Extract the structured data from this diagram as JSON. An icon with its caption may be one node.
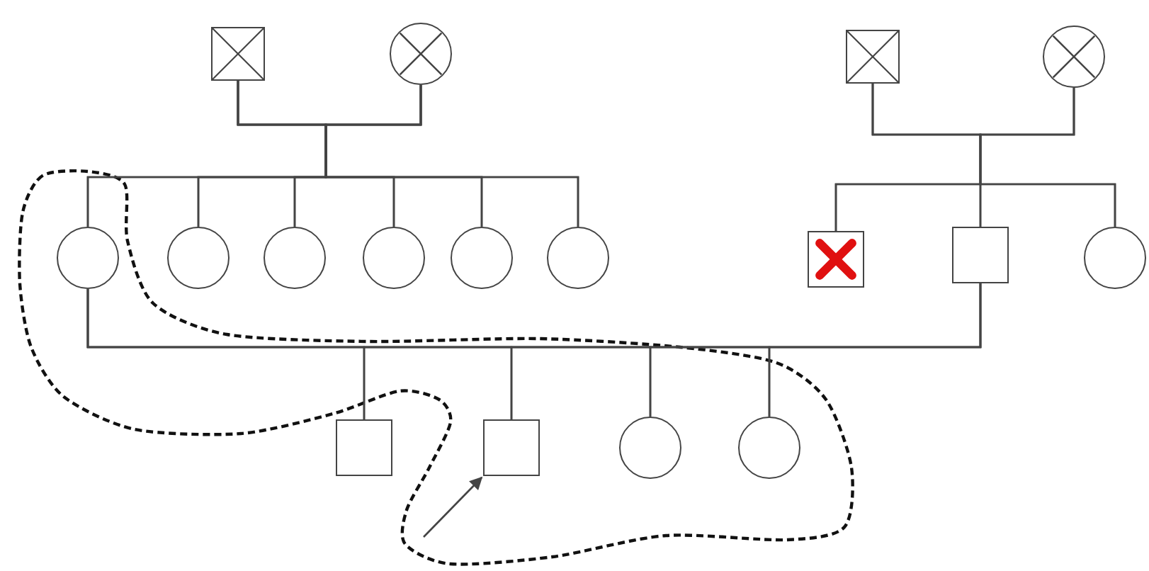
{
  "diagram": {
    "nodes": [
      {
        "text": [],
        "shape": "box"
      },
      {
        "text": [],
        "shape": "circle"
      },
      {
        "text": [],
        "shape": "box"
      },
      {
        "text": [],
        "shape": "circle"
      },
      {
        "text": [],
        "shape": "circle"
      },
      {
        "text": [],
        "shape": "circle"
      },
      {
        "text": [],
        "shape": "circle"
      },
      {
        "text": [],
        "shape": "circle"
      },
      {
        "text": [],
        "shape": "circle"
      },
      {
        "text": [],
        "shape": "circle"
      },
      {
        "text": [],
        "shape": "box"
      },
      {
        "text": [],
        "shape": "box"
      },
      {
        "text": [],
        "shape": "circle"
      },
      {
        "text": [],
        "shape": "box"
      },
      {
        "text": [],
        "shape": "box"
      },
      {
        "text": [],
        "shape": "circle"
      },
      {
        "text": [],
        "shape": "circle"
      }
    ],
    "edges": [
      {
        "from": 0,
        "to": 4,
        "arrow": "none"
      },
      {
        "from": 0,
        "to": 5,
        "arrow": "none"
      },
      {
        "from": 0,
        "to": 6,
        "arrow": "none"
      },
      {
        "from": 0,
        "to": 7,
        "arrow": "none"
      },
      {
        "from": 0,
        "to": 8,
        "arrow": "none"
      },
      {
        "from": 0,
        "to": 9,
        "arrow": "none"
      },
      {
        "from": 1,
        "to": 4,
        "arrow": "none"
      },
      {
        "from": 1,
        "to": 5,
        "arrow": "none"
      },
      {
        "from": 1,
        "to": 6,
        "arrow": "none"
      },
      {
        "from": 1,
        "to": 7,
        "arrow": "none"
      },
      {
        "from": 1,
        "to": 8,
        "arrow": "none"
      },
      {
        "from": 1,
        "to": 9,
        "arrow": "none"
      },
      {
        "from": 2,
        "to": 10,
        "arrow": "none"
      },
      {
        "from": 2,
        "to": 11,
        "arrow": "none"
      },
      {
        "from": 2,
        "to": 12,
        "arrow": "none"
      },
      {
        "from": 3,
        "to": 10,
        "arrow": "none"
      },
      {
        "from": 3,
        "to": 11,
        "arrow": "none"
      },
      {
        "from": 3,
        "to": 12,
        "arrow": "none"
      },
      {
        "from": 4,
        "to": 13,
        "arrow": "none"
      },
      {
        "from": 4,
        "to": 14,
        "arrow": "none"
      },
      {
        "from": 4,
        "to": 15,
        "arrow": "none"
      },
      {
        "from": 4,
        "to": 16,
        "arrow": "none"
      },
      {
        "from": 11,
        "to": 13,
        "arrow": "none"
      },
      {
        "from": 11,
        "to": 14,
        "arrow": "none"
      },
      {
        "from": 11,
        "to": 15,
        "arrow": "none"
      },
      {
        "from": 11,
        "to": 16,
        "arrow": "none"
      },
      {
        "from": null,
        "to": 14,
        "arrow": "to"
      }
    ]
  }
}
